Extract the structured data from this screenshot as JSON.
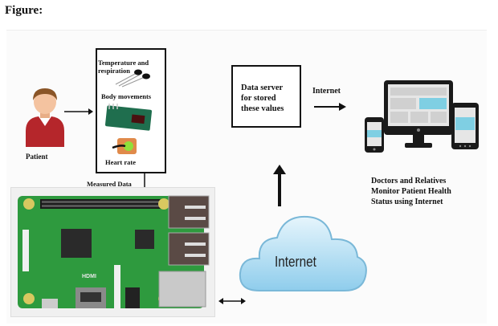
{
  "figure_label": "Figure:",
  "patient": {
    "label": "Patient",
    "icon": "person-icon"
  },
  "sensors": {
    "temperature_label_line1": "Temperature and",
    "temperature_label_line2": "respiration",
    "body_movements_label": "Body movements",
    "heart_rate_label": "Heart rate"
  },
  "measured_data_label": "Measured Data",
  "data_server": {
    "line1": "Data server",
    "line2": "for stored",
    "line3": "these values"
  },
  "internet_arrow_label": "Internet",
  "cloud_label": "Internet",
  "devices_caption": {
    "line1": "Doctors and Relatives",
    "line2": "Monitor Patient Health",
    "line3": "Status using Internet"
  },
  "board_silkscreen": {
    "hdmi": "HDMI"
  },
  "colors": {
    "patient_shirt": "#b5262b",
    "patient_skin": "#f4c3a0",
    "patient_hair": "#8a5527",
    "board_green": "#2e9a3e",
    "screen_blue": "#7fcfe3",
    "cloud_blue": "#a9d8ef",
    "device_black": "#1a1a1a"
  }
}
